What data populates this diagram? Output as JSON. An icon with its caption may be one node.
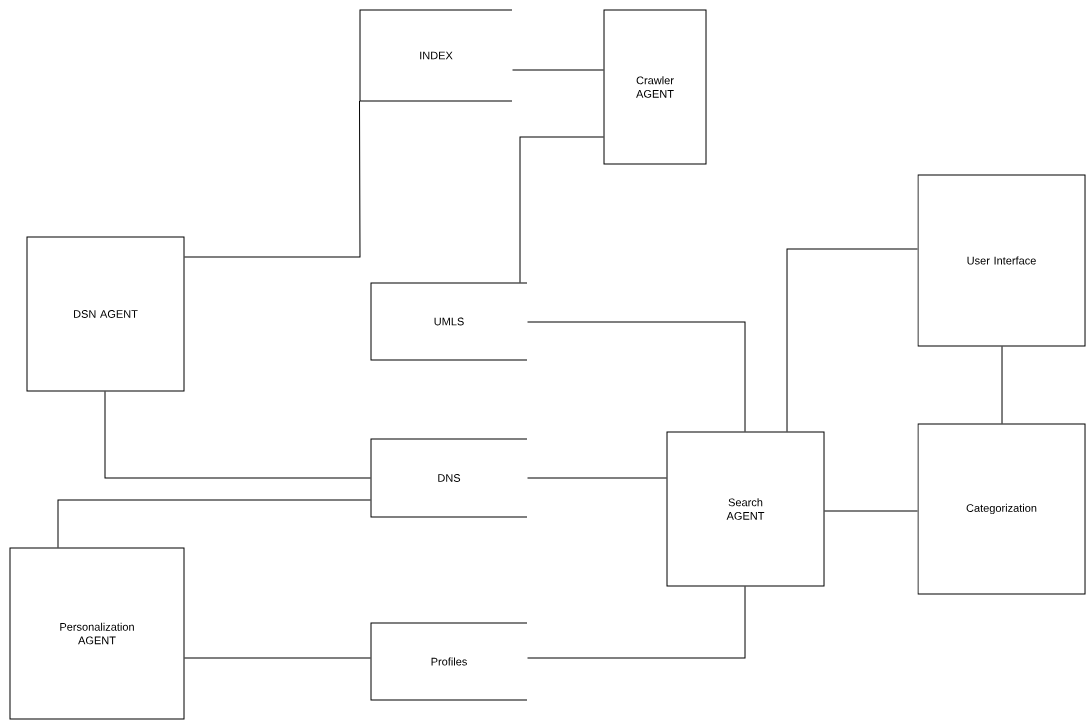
{
  "diagram": {
    "nodes": [
      {
        "text": [
          "INDEX"
        ]
      },
      {
        "text": [
          "Crawler AGENT"
        ]
      },
      {
        "text": [
          "DSN AGENT"
        ]
      },
      {
        "text": [
          "UMLS"
        ]
      },
      {
        "text": [
          "User Interface"
        ]
      },
      {
        "text": [
          "DNS"
        ]
      },
      {
        "text": [
          "Search AGENT"
        ]
      },
      {
        "text": [
          "Categorization"
        ]
      },
      {
        "text": [
          "Personalization AGENT"
        ]
      },
      {
        "text": [
          "Profiles"
        ]
      }
    ],
    "edges": [
      {
        "from": 0,
        "to": 1,
        "arrow": "none"
      },
      {
        "from": 1,
        "to": 3,
        "arrow": "none"
      },
      {
        "from": 2,
        "to": 0,
        "arrow": "none"
      },
      {
        "from": 3,
        "to": 6,
        "arrow": "none"
      },
      {
        "from": 6,
        "to": 4,
        "arrow": "none"
      },
      {
        "from": 4,
        "to": 7,
        "arrow": "none"
      },
      {
        "from": 2,
        "to": 5,
        "arrow": "none"
      },
      {
        "from": 8,
        "to": 5,
        "arrow": "none"
      },
      {
        "from": 5,
        "to": 6,
        "arrow": "none"
      },
      {
        "from": 6,
        "to": 7,
        "arrow": "none"
      },
      {
        "from": 8,
        "to": 9,
        "arrow": "none"
      },
      {
        "from": 9,
        "to": 6,
        "arrow": "none"
      }
    ]
  }
}
